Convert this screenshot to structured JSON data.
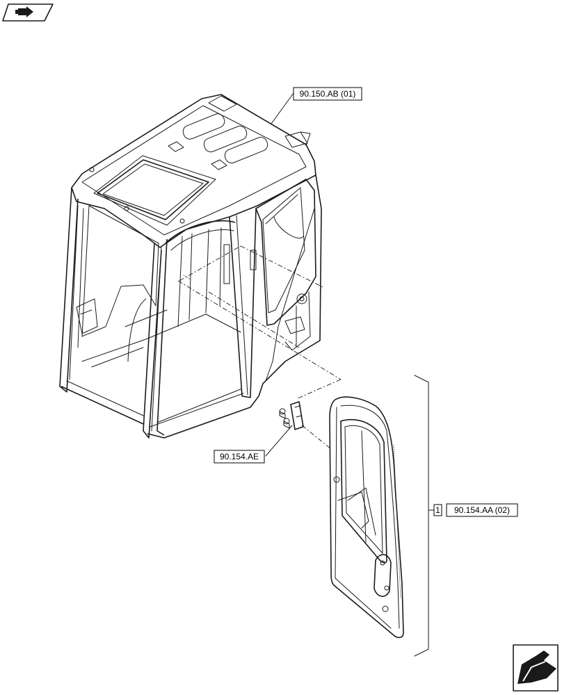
{
  "callouts": {
    "roof": "90.150.AB (01)",
    "hinge": "90.154.AE",
    "door_item": "1",
    "door": "90.154.AA (02)"
  },
  "icons": {
    "top_left": "forward-arrow-book-icon",
    "bottom_right": "next-page-arrow-icon"
  }
}
